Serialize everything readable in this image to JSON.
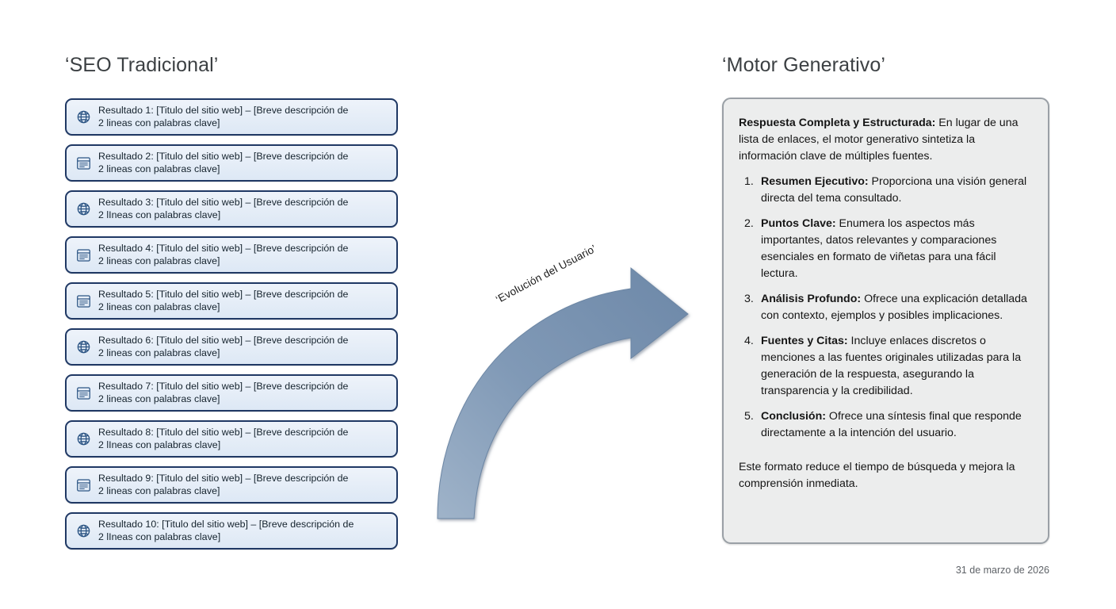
{
  "slide": {
    "left_title": "‘SEO Tradicional’",
    "right_title": "‘Motor Generativo’",
    "footer_date": "31 de marzo de 2026",
    "arrow_label": "‘Evolución del Usuario’",
    "colors": {
      "card_border": "#1f3864",
      "card_fill": "#e3ecf7",
      "panel_border": "#9aa0a6",
      "panel_fill": "#eceded",
      "arrow_fill": "#7e98b6",
      "title_text": "#3c4043",
      "footer_text": "#5f6368"
    }
  },
  "serp_results": [
    {
      "icon": "globe-icon",
      "line1": "Resultado 1: [Titulo del sitio web] – [Breve descripción de",
      "line2": "2 lineas con palabras clave]"
    },
    {
      "icon": "window-icon",
      "line1": "Resultado 2: [Titulo del sitio web] – [Breve descripción de",
      "line2": "2 lineas con palabras clave]"
    },
    {
      "icon": "globe-icon",
      "line1": "Resultado 3: [Titulo del sitio web] – [Breve descripción de",
      "line2": "2 lIneas con palabras clave]"
    },
    {
      "icon": "window-icon",
      "line1": "Resultado 4: [Titulo del sitio web] – [Breve descripción de",
      "line2": "2 lineas con palabras clave]"
    },
    {
      "icon": "window-icon",
      "line1": "Resultado 5: [Titulo del sitio web] – [Breve descripción de",
      "line2": "2 lineas con palabras clave]"
    },
    {
      "icon": "globe-icon",
      "line1": "Resultado 6: [Titulo del sitio web] – [Breve descripción de",
      "line2": "2 lineas con palabras clave]"
    },
    {
      "icon": "window-icon",
      "line1": "Resultado 7: [Titulo del sitio web] – [Breve descripción de",
      "line2": "2 lineas con palabras clave]"
    },
    {
      "icon": "globe-icon",
      "line1": "Resultado 8: [Titulo del sitio web] – [Breve descripción de",
      "line2": "2 lIneas con palabras clave]"
    },
    {
      "icon": "window-icon",
      "line1": "Resultado 9: [Titulo del sitio web] – [Breve descripción de",
      "line2": "2 lineas con palabras clave]"
    },
    {
      "icon": "globe-icon",
      "line1": "Resultado 10: [Titulo del sitio web] – [Breve descripción de",
      "line2": "2 lIneas con palabras clave]"
    }
  ],
  "generative": {
    "intro_bold": "Respuesta Completa y Estructurada:",
    "intro_rest": " En lugar de una lista de enlaces, el motor generativo sintetiza la información clave de múltiples fuentes.",
    "items": [
      {
        "num": "1.",
        "bold": "Resumen Ejecutivo:",
        "rest": " Proporciona una visión general directa del tema consultado."
      },
      {
        "num": "2.",
        "bold": "Puntos Clave:",
        "rest": " Enumera los aspectos más importantes, datos relevantes y comparaciones esenciales en formato de viñetas para una fácil lectura."
      },
      {
        "num": "3.",
        "bold": "Análisis Profundo:",
        "rest": " Ofrece una explicación detallada con contexto, ejemplos y posibles implicaciones."
      },
      {
        "num": "4.",
        "bold": "Fuentes y Citas:",
        "rest": " Incluye enlaces discretos o menciones a las fuentes originales utilizadas para la generación de la respuesta, asegurando la transparencia y la credibilidad."
      },
      {
        "num": "5.",
        "bold": "Conclusión:",
        "rest": " Ofrece una síntesis final que responde directamente a la intención del usuario."
      }
    ],
    "outro": "Este formato reduce el tiempo de búsqueda y mejora la comprensión inmediata."
  }
}
